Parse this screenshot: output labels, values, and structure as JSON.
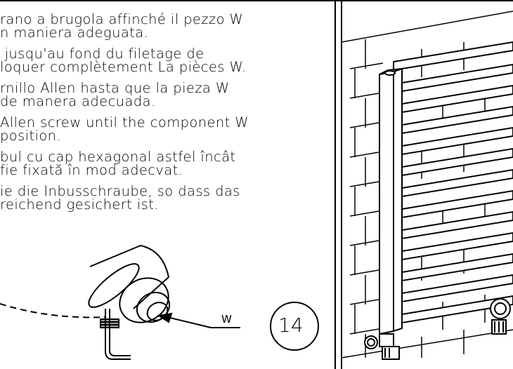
{
  "instructions": [
    "rano a brugola affinché il pezzo W",
    "n maniera adeguata.",
    " jusqu'au fond du filetage de",
    "loquer complètement La pièces W.",
    "rnillo Allen hasta que la pieza W",
    "de manera adecuada.",
    "Allen screw until the component W",
    "position.",
    "bul cu cap hexagonal astfel încât",
    "fie fixată în mod adecvat.",
    "ie die Inbusschraube, so dass das",
    "reichend gesichert ist."
  ],
  "paragraphs": {
    "italian": {
      "line1": "rano a brugola affinché il pezzo W",
      "line2": "n maniera adeguata."
    },
    "french": {
      "line1": " jusqu'au fond du filetage de",
      "line2": "loquer complètement La pièces W."
    },
    "spanish": {
      "line1": "rnillo Allen hasta que la pieza W",
      "line2": "de manera adecuada."
    },
    "english": {
      "line1": "Allen screw until the component W",
      "line2": "position."
    },
    "romanian": {
      "line1": "bul cu cap hexagonal astfel încât",
      "line2": "fie fixată în mod adecvat."
    },
    "german": {
      "line1": "ie die Inbusschraube, so dass das",
      "line2": "reichend gesichert ist."
    }
  },
  "diagram": {
    "part_label": "W",
    "step_number": "14"
  }
}
